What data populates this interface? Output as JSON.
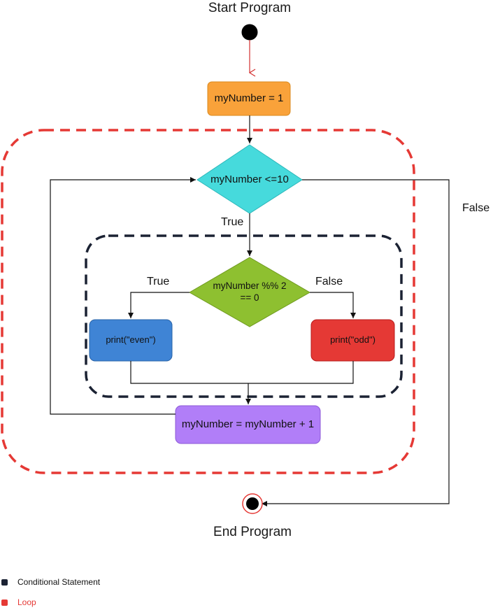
{
  "diagram": {
    "start_label": "Start Program",
    "end_label": "End Program",
    "nodes": {
      "init": "myNumber = 1",
      "loop_condition": "myNumber <=10",
      "if_condition": "myNumber %% 2\n== 0",
      "print_even": "print(\"even\")",
      "print_odd": "print(\"odd\")",
      "increment": "myNumber = myNumber + 1"
    },
    "edges": {
      "loop_true": "True",
      "loop_false": "False",
      "if_true": "True",
      "if_false": "False"
    }
  },
  "legend": [
    {
      "label": "Conditional Statement",
      "color": "#1b2233"
    },
    {
      "label": "Loop",
      "color": "#e53935"
    }
  ],
  "colors": {
    "init_fill": "#f9a23a",
    "loop_condition_fill": "#46dadc",
    "if_condition_fill": "#8ec030",
    "even_fill": "#3f84d5",
    "odd_fill": "#e53935",
    "increment_fill": "#b17ef8",
    "conditional_outline": "#1b2233",
    "loop_outline": "#e53935"
  }
}
